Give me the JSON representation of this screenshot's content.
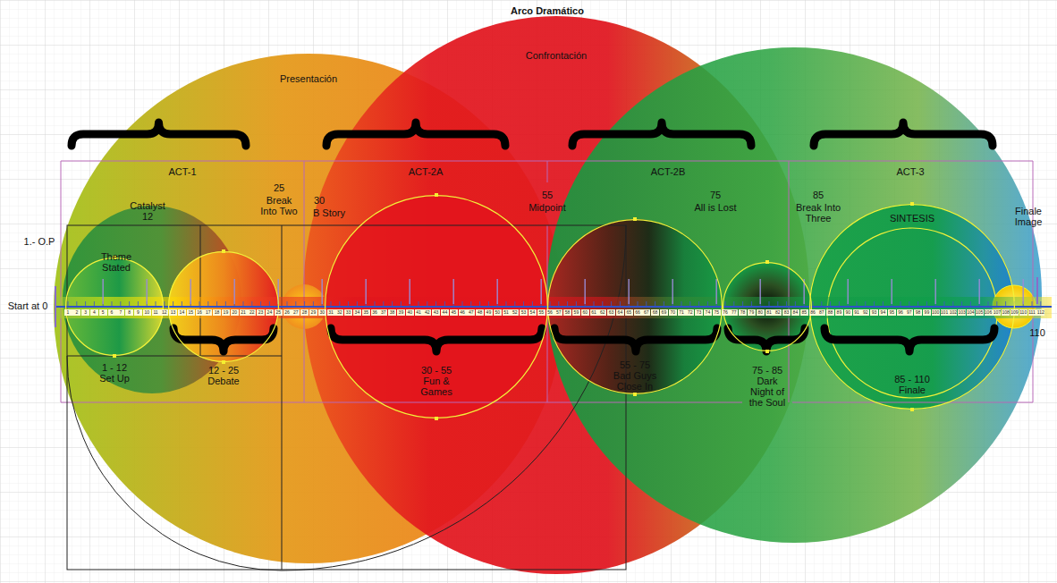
{
  "diagram": {
    "title": "Arco Dramático",
    "nodes": [
      {
        "text": [
          "Presentación"
        ]
      },
      {
        "text": [
          "Confrontación"
        ]
      },
      {
        "text": [
          "ACT-1"
        ]
      },
      {
        "text": [
          "ACT-2A"
        ]
      },
      {
        "text": [
          "ACT-2B"
        ]
      },
      {
        "text": [
          "ACT-3"
        ]
      },
      {
        "text": [
          "1 - 12 Set Up"
        ],
        "in": 2
      },
      {
        "text": [
          "12 - 25 Debate"
        ],
        "in": 2
      },
      {
        "text": [
          "30 - 55 Fun & Games"
        ],
        "in": 3
      },
      {
        "text": [
          "55 - 75 Bad Guys Close In"
        ],
        "in": 4
      },
      {
        "text": [
          "75 - 85 Dark Night of the Soul"
        ]
      },
      {
        "text": [
          "SINTESIS",
          "85 - 110 Finale"
        ],
        "in": 5
      }
    ],
    "labels": [
      "1.- O.P",
      "Theme Stated",
      "Catalyst 12",
      "25",
      "Break Into Two",
      "30",
      "B Story",
      "55",
      "Midpoint",
      "75",
      "All is Lost",
      "85",
      "Break Into Three",
      "Finale Image",
      "Start at 0",
      "110",
      "1",
      "2",
      "3",
      "4",
      "5",
      "6",
      "7",
      "8",
      "9",
      "10",
      "11",
      "12",
      "13",
      "14",
      "15",
      "16",
      "17",
      "18",
      "19",
      "20",
      "21",
      "22",
      "23",
      "24",
      "25",
      "26",
      "27",
      "28",
      "29",
      "30",
      "31",
      "32",
      "33",
      "34",
      "35",
      "36",
      "37",
      "38",
      "39",
      "40",
      "41",
      "42",
      "43",
      "44",
      "45",
      "46",
      "47",
      "48",
      "49",
      "50",
      "51",
      "52",
      "53",
      "54",
      "55",
      "56",
      "57",
      "58",
      "59",
      "60",
      "61",
      "62",
      "63",
      "64",
      "65",
      "66",
      "67",
      "68",
      "69",
      "70",
      "71",
      "72",
      "73",
      "74",
      "75",
      "76",
      "77",
      "78",
      "79",
      "80",
      "81",
      "82",
      "83",
      "84",
      "85",
      "86",
      "87",
      "88",
      "89",
      "90",
      "91",
      "92",
      "93",
      "94",
      "95",
      "96",
      "97",
      "98",
      "99",
      "100",
      "101",
      "102",
      "103",
      "104",
      "105",
      "106",
      "107",
      "108",
      "109",
      "110",
      "111",
      "112"
    ]
  }
}
